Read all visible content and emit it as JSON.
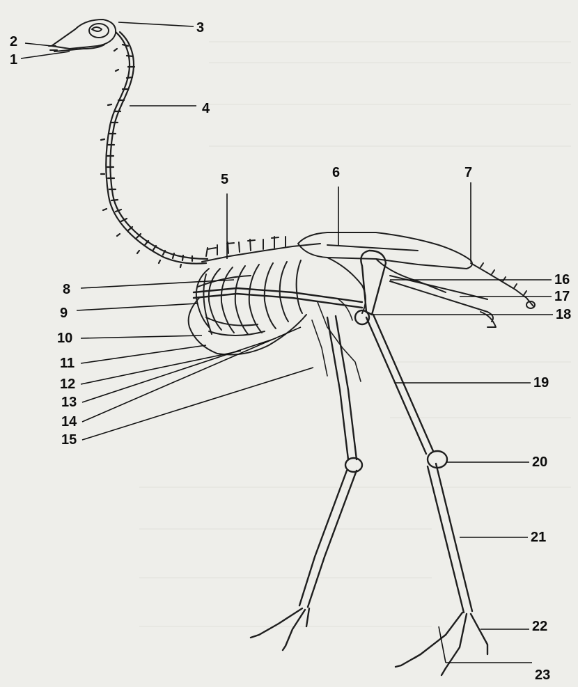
{
  "diagram": {
    "subject": "bird skeleton",
    "bone_color": "#1e1e1e",
    "leader_color": "#111111",
    "background": "#eeeeea"
  },
  "labels": [
    {
      "number": "1"
    },
    {
      "number": "2"
    },
    {
      "number": "3"
    },
    {
      "number": "4"
    },
    {
      "number": "5"
    },
    {
      "number": "6"
    },
    {
      "number": "7"
    },
    {
      "number": "8"
    },
    {
      "number": "9"
    },
    {
      "number": "10"
    },
    {
      "number": "11"
    },
    {
      "number": "12"
    },
    {
      "number": "13"
    },
    {
      "number": "14"
    },
    {
      "number": "15"
    },
    {
      "number": "16"
    },
    {
      "number": "17"
    },
    {
      "number": "18"
    },
    {
      "number": "19"
    },
    {
      "number": "20"
    },
    {
      "number": "21"
    },
    {
      "number": "22"
    },
    {
      "number": "23"
    }
  ]
}
